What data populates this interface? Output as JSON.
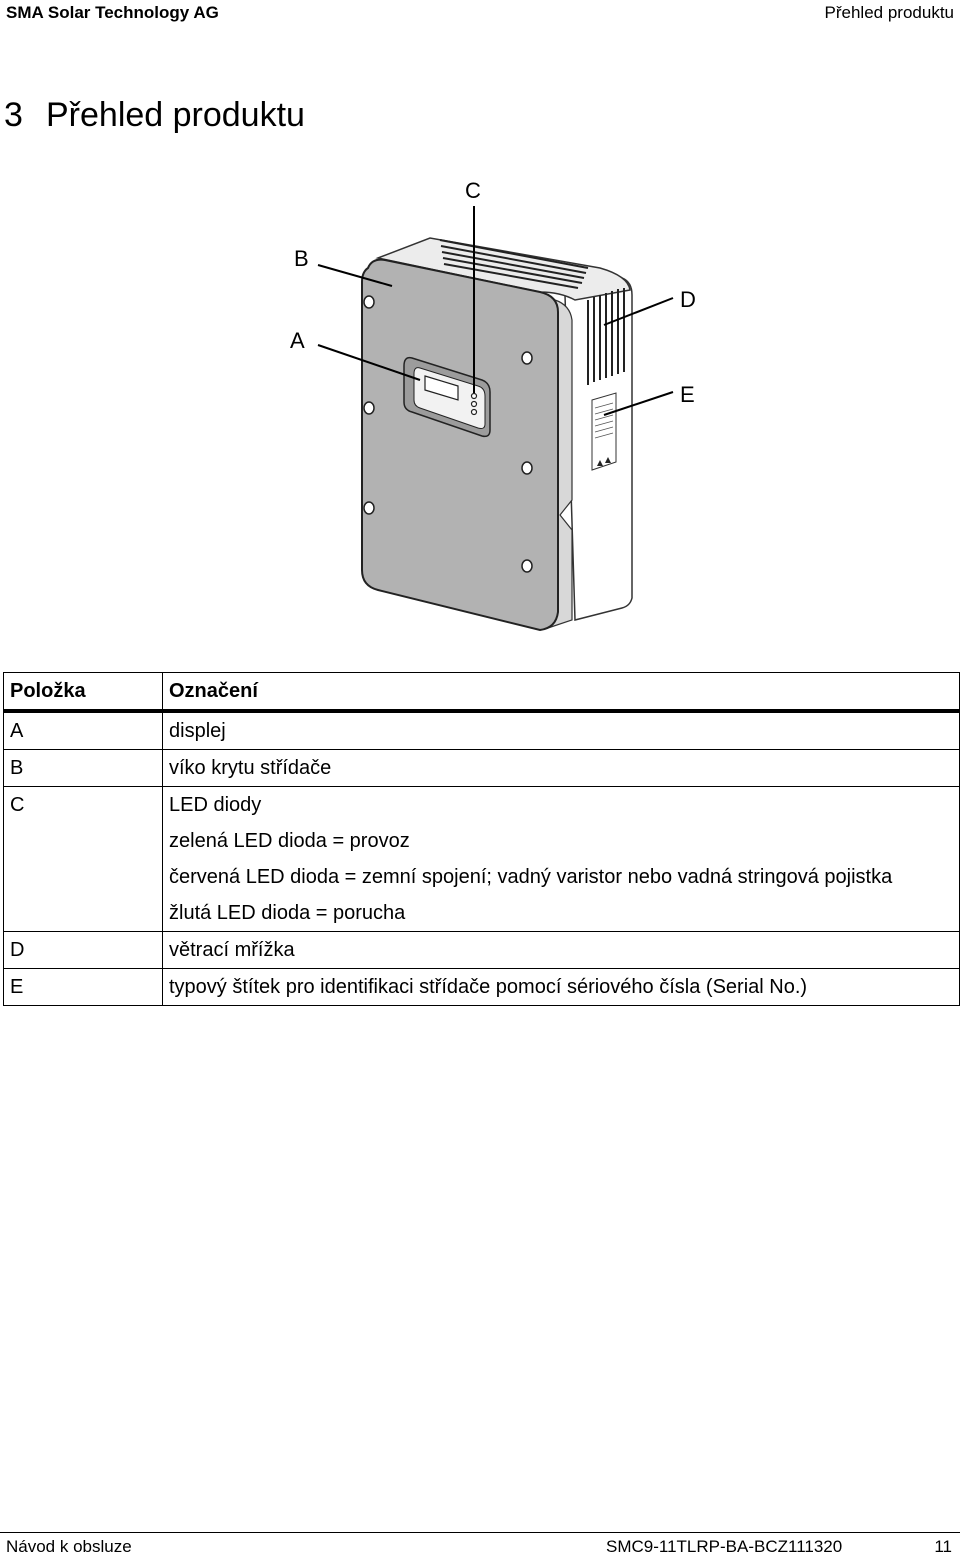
{
  "header": {
    "company": "SMA Solar Technology AG",
    "section": "Přehled produktu"
  },
  "title": {
    "number": "3",
    "text": "Přehled produktu"
  },
  "figure_labels": {
    "a": "A",
    "b": "B",
    "c": "C",
    "d": "D",
    "e": "E"
  },
  "table": {
    "headers": [
      "Položka",
      "Označení"
    ],
    "rows": [
      {
        "item": "A",
        "lines": [
          "displej"
        ]
      },
      {
        "item": "B",
        "lines": [
          "víko krytu střídače"
        ]
      },
      {
        "item": "C",
        "lines": [
          "LED diody",
          "zelená LED dioda = provoz",
          "červená LED dioda = zemní spojení; vadný varistor nebo vadná stringová pojistka",
          "žlutá LED dioda = porucha"
        ]
      },
      {
        "item": "D",
        "lines": [
          "větrací mřížka"
        ]
      },
      {
        "item": "E",
        "lines": [
          "typový štítek pro identifikaci střídače pomocí sériového čísla (Serial No.)"
        ]
      }
    ]
  },
  "footer": {
    "left": "Návod k obsluze",
    "doc_code": "SMC9-11TLRP-BA-BCZ111320",
    "page": "11"
  }
}
